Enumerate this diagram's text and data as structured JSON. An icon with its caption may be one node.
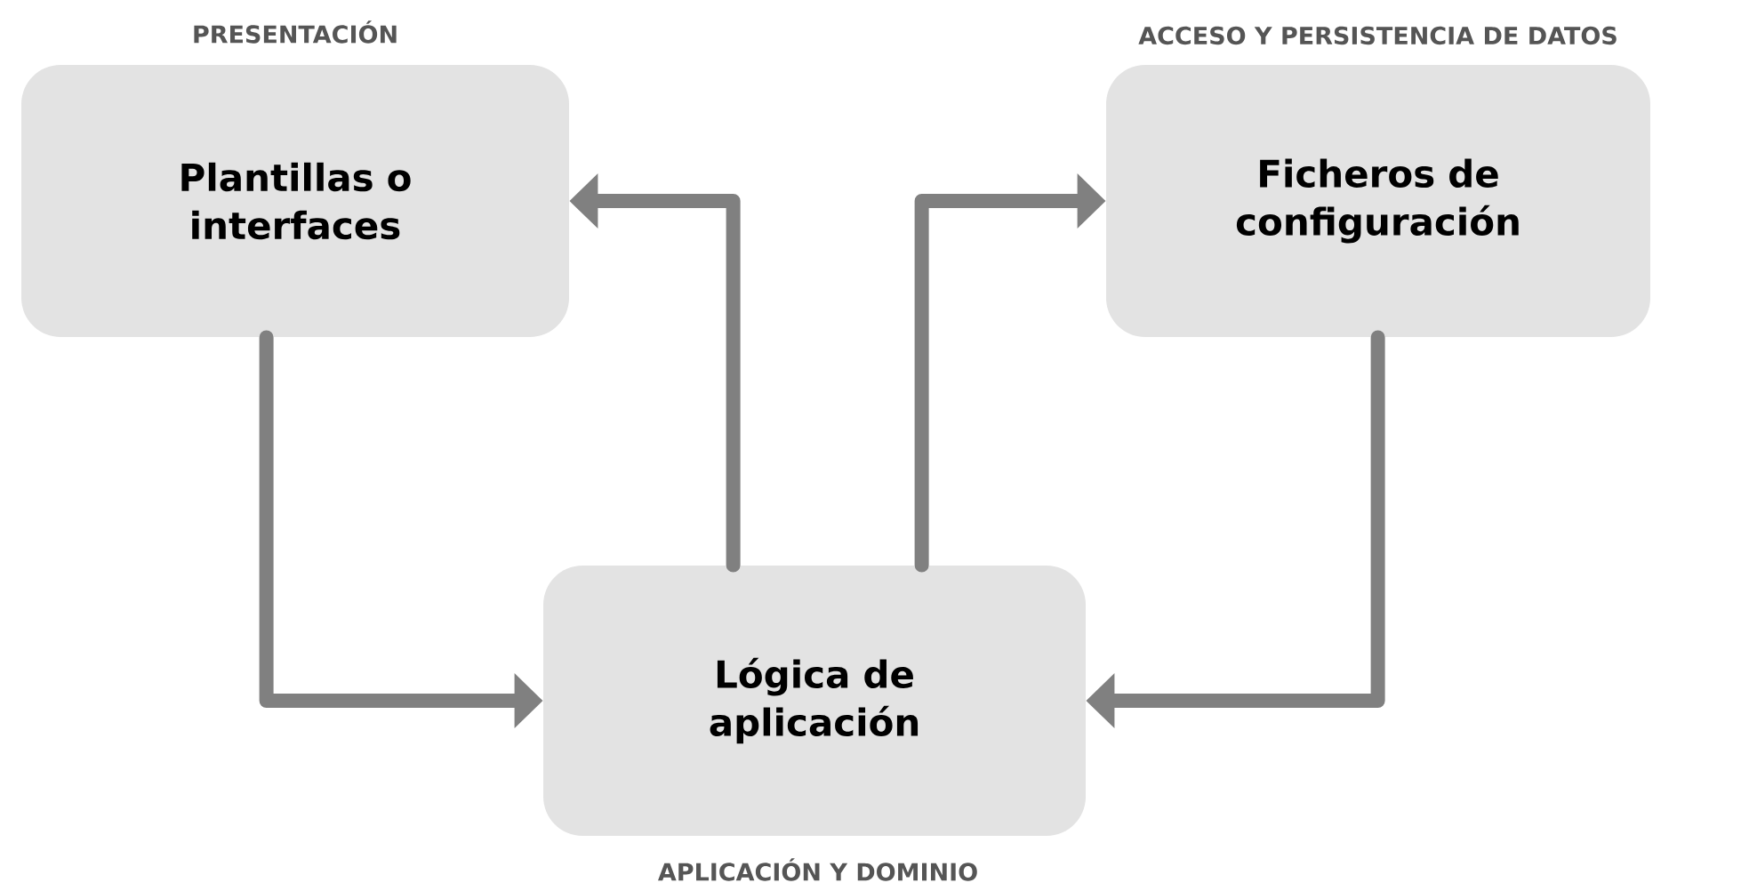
{
  "diagram": {
    "nodes": [
      {
        "text": [
          "Plantillas o interfaces"
        ],
        "beside": [
          "PRESENTACIÓN"
        ]
      },
      {
        "text": [
          "Ficheros de configuración"
        ],
        "beside": [
          "ACCESO Y PERSISTENCIA DE DATOS"
        ]
      },
      {
        "text": [
          "Lógica de aplicación"
        ],
        "beside": [
          "APLICACIÓN Y DOMINIO"
        ]
      }
    ],
    "edges": [
      {
        "from": 0,
        "to": 2,
        "arrow": "to"
      },
      {
        "from": 2,
        "to": 0,
        "arrow": "to"
      },
      {
        "from": 1,
        "to": 2,
        "arrow": "to"
      },
      {
        "from": 2,
        "to": 1,
        "arrow": "to"
      }
    ]
  }
}
